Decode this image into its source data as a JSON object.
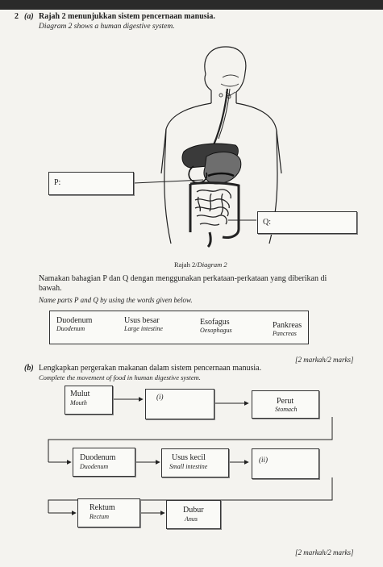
{
  "q_number": "2",
  "part_a": {
    "label": "(a)",
    "intro_ms": "Rajah 2 menunjukkan sistem pencernaan manusia.",
    "intro_en": "Diagram 2 shows a human digestive system.",
    "label_p": "P:",
    "label_q": "Q:",
    "caption_ms": "Rajah 2/",
    "caption_en": "Diagram 2",
    "instruction_ms_1": "Namakan bahagian P dan Q dengan menggunakan perkataan-perkataan yang diberikan di",
    "instruction_ms_2": "bawah.",
    "instruction_en": "Name parts P and Q by using the words given below.",
    "words": [
      {
        "ms": "Duodenum",
        "en": "Duodenum"
      },
      {
        "ms": "Usus besar",
        "en": "Large intestine"
      },
      {
        "ms": "Esofagus",
        "en": "Oesophagus"
      },
      {
        "ms": "Pankreas",
        "en": "Pancreas"
      }
    ],
    "marks": "[2 markah/2 marks]"
  },
  "part_b": {
    "label": "(b)",
    "instruction_ms": "Lengkapkan pergerakan makanan dalam sistem pencernaan manusia.",
    "instruction_en": "Complete the movement of food in human digestive system.",
    "flow": {
      "mouth": {
        "ms": "Mulut",
        "en": "Mouth"
      },
      "blank1": "(i)",
      "stomach": {
        "ms": "Perut",
        "en": "Stomach"
      },
      "duodenum": {
        "ms": "Duodenum",
        "en": "Duodenum"
      },
      "small_intestine": {
        "ms": "Usus kecil",
        "en": "Small intestine"
      },
      "blank2": "(ii)",
      "rectum": {
        "ms": "Rektum",
        "en": "Rectum"
      },
      "anus": {
        "ms": "Dubur",
        "en": "Anus"
      }
    },
    "marks": "[2 markah/2 marks]"
  }
}
